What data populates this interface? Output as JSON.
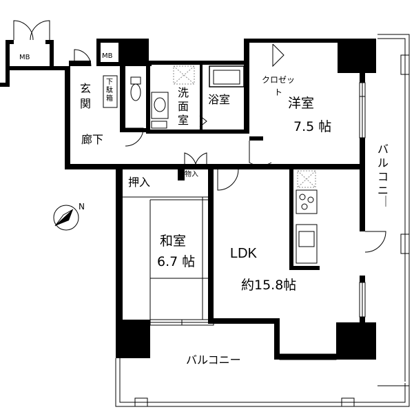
{
  "rooms": {
    "western_room": {
      "name": "洋室",
      "size": "7.5 帖"
    },
    "closet": "クロゼット",
    "japanese_room": {
      "name": "和室",
      "size": "6.7 帖"
    },
    "ldk": {
      "name": "LDK",
      "size": "約15.8帖"
    },
    "bath": "浴室",
    "washroom": "洗面室",
    "entrance": "玄関",
    "shoe_box": "下駄箱",
    "hallway": "廊下",
    "storage_oshiire": "押入",
    "storage_monoire": "物入",
    "mb_left": "MB",
    "mb_right": "MB",
    "balcony_bottom": "バルコニー",
    "balcony_right": "バルコニー"
  },
  "compass": {
    "north_label": "N"
  }
}
